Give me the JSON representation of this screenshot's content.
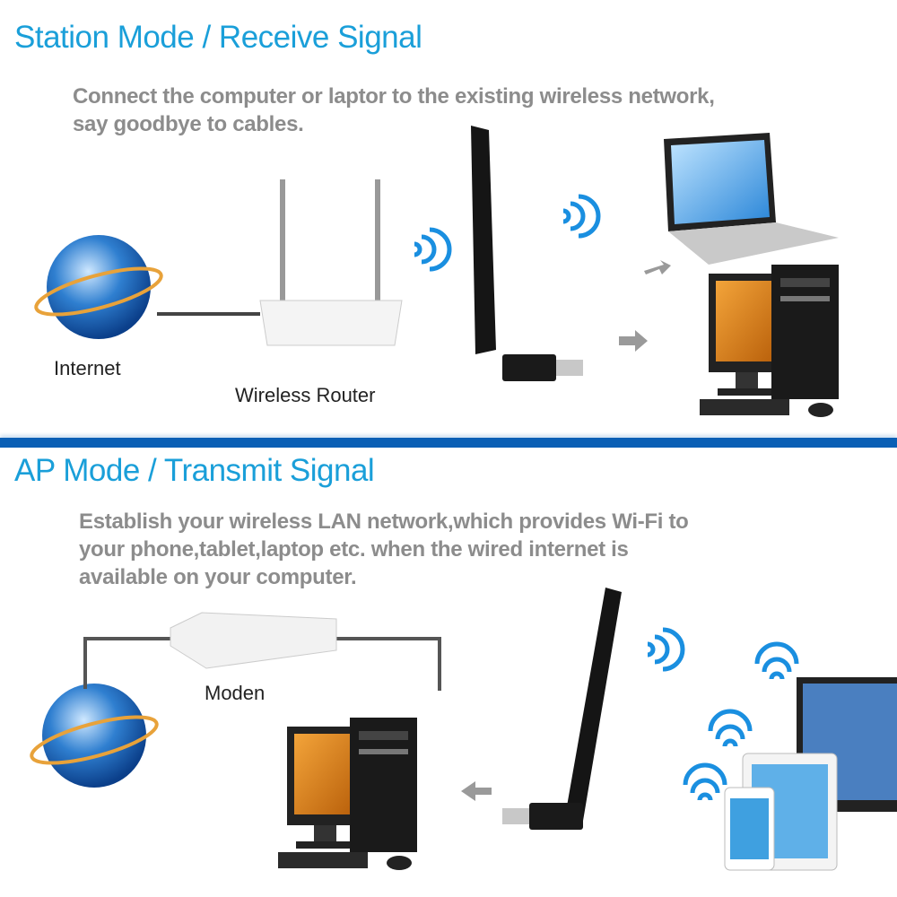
{
  "station": {
    "title": "Station Mode / Receive Signal",
    "description": "Connect the computer or laptor to the existing wireless network,\nsay goodbye to cables.",
    "labels": {
      "internet": "Internet",
      "router": "Wireless Router"
    }
  },
  "ap": {
    "title": "AP Mode / Transmit Signal",
    "description": "Establish your wireless LAN network,which provides Wi-Fi to\nyour phone,tablet,laptop etc. when the wired internet is\navailable on your computer.",
    "labels": {
      "modem": "Moden"
    }
  },
  "colors": {
    "title": "#1a9fd9",
    "divider": "#0a5fb5",
    "wifi": "#1a8fe0",
    "screen": "#e08a1e"
  }
}
